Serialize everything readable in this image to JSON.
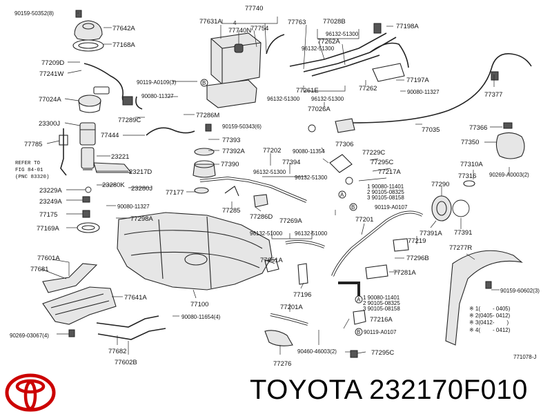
{
  "diagram": {
    "labels": {
      "p90159_50352": "90159-50352(8)",
      "p77642A": "77642A",
      "p77168A": "77168A",
      "p77209D": "77209D",
      "p77241W": "77241W",
      "p77024A": "77024A",
      "p23300J": "23300J",
      "p77785": "77785",
      "p23229A": "23229A",
      "p23249A": "23249A",
      "p77175": "77175",
      "p77169A": "77169A",
      "p77601A": "77601A",
      "p77681": "77681",
      "p90269_03067": "90269-03067(4)",
      "p77740": "77740",
      "p77631A": "77631A",
      "p77740N": "77740N",
      "p77754": "77754",
      "p77763": "77763",
      "p77028B": "77028B",
      "p96132_51300_a": "96132-51300",
      "p77262A": "77262A",
      "p96132_51300_b": "96132-51300",
      "p77198A": "77198A",
      "p90119_A0109": "90119-A0109(3)",
      "p90080_11327_a": "90080-11327",
      "p77289C": "77289C",
      "p77286M": "77286M",
      "p77444": "77444",
      "p90159_50343": "90159-50343(6)",
      "p77393": "77393",
      "p77392A": "77392A",
      "p23221": "23221",
      "p77390": "77390",
      "p23217D": "23217D",
      "p23280K": "23280K",
      "p23280J": "23280J",
      "p77177": "77177",
      "p90080_11327_b": "90080-11327",
      "p77298A": "77298A",
      "p77285": "77285",
      "p77286D": "77286D",
      "p77202": "77202",
      "p77394": "77394",
      "p96132_51300_c": "96132-51300",
      "p96132_51300_d": "96132-51300",
      "p77261E": "77261E",
      "p96132_51300_e": "96132-51300",
      "p96132_51300_f": "96132-51300",
      "p77026A": "77026A",
      "p77262": "77262",
      "p77197A": "77197A",
      "p90080_11327_c": "90080-11327",
      "p77377": "77377",
      "p77035": "77035",
      "p77306": "77306",
      "p90080_11354": "90080-11354",
      "p77229C": "77229C",
      "p77295C_a": "77295C",
      "p77217A": "77217A",
      "p90080_11401_a": "1 90080-11401",
      "p90105_08325_a": "2 90105-08325",
      "p90105_08158_a": "3 90105-08158",
      "p90119_A0107_a": "90119-A0107",
      "p77366": "77366",
      "p77350": "77350",
      "p77310A": "77310A",
      "p90269_A0003": "90269-A0003(2)",
      "p77316": "77316",
      "p77290": "77290",
      "p77391": "77391",
      "p77391A": "77391A",
      "p77219": "77219",
      "p77201": "77201",
      "p77269A": "77269A",
      "p96132_51000_a": "96132-51000",
      "p96132_51000_b": "96132-51000",
      "p77651A": "77651A",
      "p77296B": "77296B",
      "p77281A": "77281A",
      "p77277R": "77277R",
      "p90159_60602": "90159-60602(3)",
      "p77641A": "77641A",
      "p77100": "77100",
      "p90080_11654": "90080-11654(4)",
      "p77196": "77196",
      "p77201A": "77201A",
      "p90080_11401_b": "1 90080-11401",
      "p90105_08325_b": "2 90105-08325",
      "p90105_08158_b": "3 90105-08158",
      "p77216A": "77216A",
      "p90119_A0107_b": "90119-A0107",
      "p77682": "77682",
      "p77602B": "77602B",
      "p77276": "77276",
      "p90460_46003": "90460-46003(2)",
      "p77295C_b": "77295C",
      "p771078J": "771078-J"
    },
    "reference_note": [
      "REFER TO",
      "FIG 84-01",
      "(PNC 83320)"
    ],
    "footnotes": [
      {
        "mark": "※ 1(",
        "range": "- 0405)"
      },
      {
        "mark": "※ 2(0405- 0412)",
        "range": ""
      },
      {
        "mark": "※ 3(0412-",
        "range": ")"
      },
      {
        "mark": "※ 4(",
        "range": "- 0412)"
      }
    ],
    "circle_markers": [
      "A",
      "B"
    ]
  },
  "footer": {
    "brand_text": "TOYOTA 232170F010",
    "logo_name": "toyota-emblem"
  }
}
